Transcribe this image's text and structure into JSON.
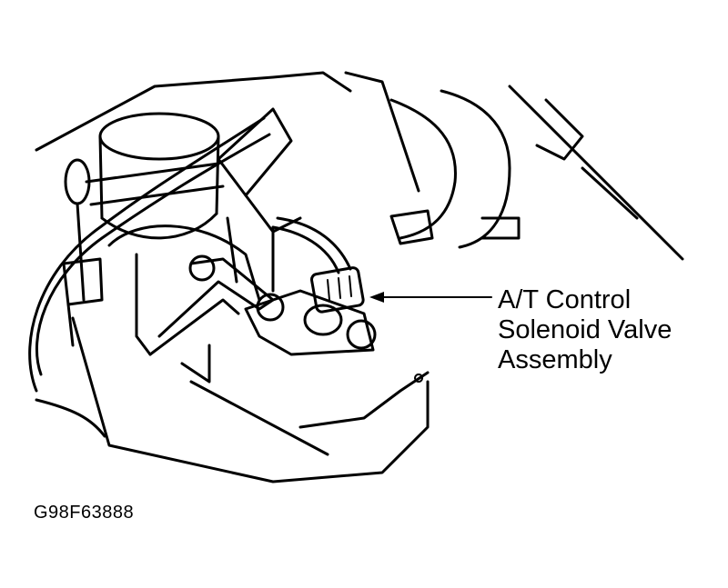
{
  "callout": {
    "line1": "A/T Control",
    "line2": "Solenoid Valve",
    "line3": "Assembly"
  },
  "figure_id": "G98F63888",
  "colors": {
    "ink": "#000000",
    "paper": "#ffffff"
  }
}
